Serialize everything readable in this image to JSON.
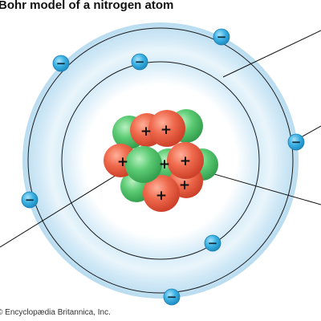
{
  "title": "Bohr model of a nitrogen atom",
  "credit": "© Encyclopædia Britannica, Inc.",
  "atom": {
    "protons": 7,
    "neutrons": 7,
    "electrons": 7,
    "inner_shell_electrons": 2,
    "outer_shell_electrons": 5
  },
  "symbols": {
    "proton_sign": "+",
    "electron_sign": "−"
  },
  "colors": {
    "proton": "#e5573e",
    "neutron": "#4fbf6a",
    "electron": "#2aa6dc",
    "shell_band": "#c9e6f6",
    "background": "#ffffff"
  }
}
